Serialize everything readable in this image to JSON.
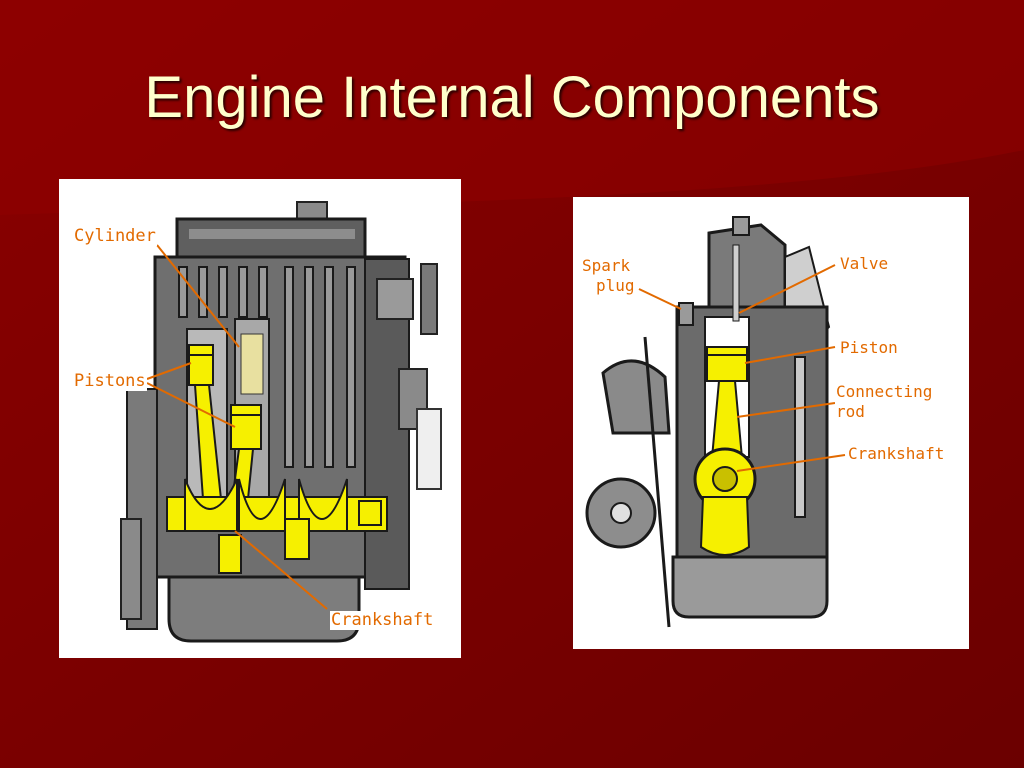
{
  "slide": {
    "title": "Engine Internal Components",
    "colors": {
      "background": "#7a0000",
      "title_text": "#ffffcc",
      "label_text": "#e26a00",
      "highlight_parts": "#f6f000",
      "engine_gray": "#6e6e6e"
    }
  },
  "left_diagram": {
    "labels": {
      "cylinder": "Cylinder",
      "pistons": "Pistons",
      "crankshaft": "Crankshaft"
    }
  },
  "right_diagram": {
    "labels": {
      "spark_plug_line1": "Spark",
      "spark_plug_line2": "plug",
      "valve": "Valve",
      "piston": "Piston",
      "connecting_rod_line1": "Connecting",
      "connecting_rod_line2": "rod",
      "crankshaft": "Crankshaft"
    }
  }
}
